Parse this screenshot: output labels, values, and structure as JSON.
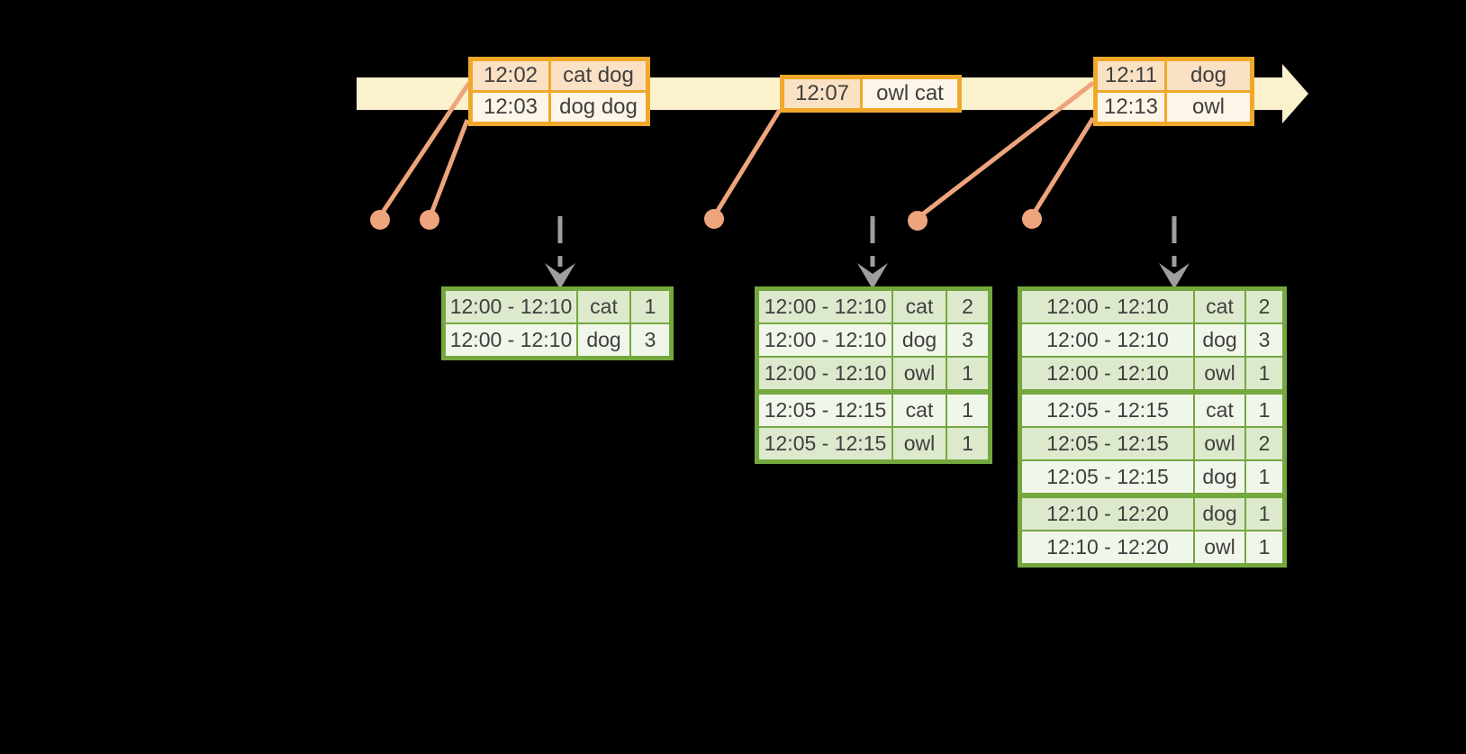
{
  "colors": {
    "background": "#000000",
    "timeline_fill": "#fcf1cd",
    "event_box_border": "#f0a82a",
    "event_row_dark": "#fae1c3",
    "event_row_light": "#fdf5e8",
    "connector_salmon": "#eea47c",
    "trigger_arrow_gray": "#9e9e9e",
    "table_border_green": "#74a83f",
    "table_row_dark": "#dde9cc",
    "table_row_light": "#f1f6eb",
    "text": "#3f3f3f"
  },
  "timeline": {
    "event_groups": [
      {
        "rows": [
          {
            "time": "12:02",
            "words": "cat dog"
          },
          {
            "time": "12:03",
            "words": "dog dog"
          }
        ]
      },
      {
        "rows": [
          {
            "time": "12:07",
            "words": "owl cat"
          }
        ]
      },
      {
        "rows": [
          {
            "time": "12:11",
            "words": "dog"
          },
          {
            "time": "12:13",
            "words": "owl"
          }
        ]
      }
    ],
    "event_dot_count": 5,
    "trigger_arrow_count": 3
  },
  "result_tables": [
    {
      "rows": [
        {
          "window": "12:00 - 12:10",
          "word": "cat",
          "count": "1"
        },
        {
          "window": "12:00 - 12:10",
          "word": "dog",
          "count": "3"
        }
      ]
    },
    {
      "rows": [
        {
          "window": "12:00 - 12:10",
          "word": "cat",
          "count": "2"
        },
        {
          "window": "12:00 - 12:10",
          "word": "dog",
          "count": "3"
        },
        {
          "window": "12:00 - 12:10",
          "word": "owl",
          "count": "1"
        },
        {
          "window": "12:05 - 12:15",
          "word": "cat",
          "count": "1"
        },
        {
          "window": "12:05 - 12:15",
          "word": "owl",
          "count": "1"
        }
      ]
    },
    {
      "rows": [
        {
          "window": "12:00 - 12:10",
          "word": "cat",
          "count": "2"
        },
        {
          "window": "12:00 - 12:10",
          "word": "dog",
          "count": "3"
        },
        {
          "window": "12:00 - 12:10",
          "word": "owl",
          "count": "1"
        },
        {
          "window": "12:05 - 12:15",
          "word": "cat",
          "count": "1"
        },
        {
          "window": "12:05 - 12:15",
          "word": "owl",
          "count": "2"
        },
        {
          "window": "12:05 - 12:15",
          "word": "dog",
          "count": "1"
        },
        {
          "window": "12:10 - 12:20",
          "word": "dog",
          "count": "1"
        },
        {
          "window": "12:10 - 12:20",
          "word": "owl",
          "count": "1"
        }
      ]
    }
  ]
}
